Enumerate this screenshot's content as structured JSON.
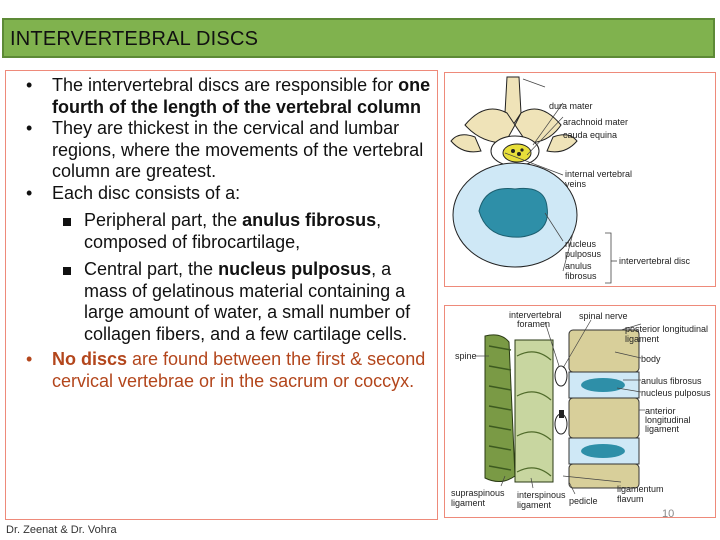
{
  "title": "INTERVERTEBRAL DISCS",
  "bullets": {
    "b1_pre": "The intervertebral discs are responsible for ",
    "b1_bold": "one fourth of the length of the vertebral column",
    "b2": "They are thickest in the cervical and lumbar regions, where the movements of the vertebral column are greatest.",
    "b3": "Each disc consists of a:",
    "s1_pre": "Peripheral part, the ",
    "s1_bold": "anulus fibrosus",
    "s1_post": ", composed of fibrocartilage,",
    "s2_pre": "Central part, the ",
    "s2_bold": "nucleus pulposus",
    "s2_post": ", a mass of gelatinous material containing a large amount of water, a small number of collagen fibers, and a few cartilage cells.",
    "b4_bold": "No discs",
    "b4_post": " are found between the first & second cervical vertebrae or in the sacrum or coccyx."
  },
  "figure1": {
    "labels": {
      "dura": "dura mater",
      "arachnoid": "arachnoid mater",
      "cauda": "cauda equina",
      "veins1": "internal vertebral",
      "veins2": "veins",
      "nucleus1": "nucleus",
      "nucleus2": "pulposus",
      "anulus1": "anulus",
      "anulus2": "fibrosus",
      "disc": "intervertebral disc"
    }
  },
  "figure2": {
    "labels": {
      "foramen1": "intervertebral",
      "foramen2": "foramen",
      "spinal_nerve": "spinal nerve",
      "pll1": "posterior longitudinal",
      "pll2": "ligament",
      "spine": "spine",
      "body": "body",
      "anulus": "anulus fibrosus",
      "nucleus": "nucleus pulposus",
      "all1": "anterior",
      "all2": "longitudinal",
      "all3": "ligament",
      "supraspinous1": "supraspinous",
      "supraspinous2": "ligament",
      "interspinous1": "interspinous",
      "interspinous2": "ligament",
      "pedicle": "pedicle",
      "flavum1": "ligamentum",
      "flavum2": "flavum"
    }
  },
  "footer": "Dr. Zeenat & Dr. Vohra",
  "page_number": "10"
}
